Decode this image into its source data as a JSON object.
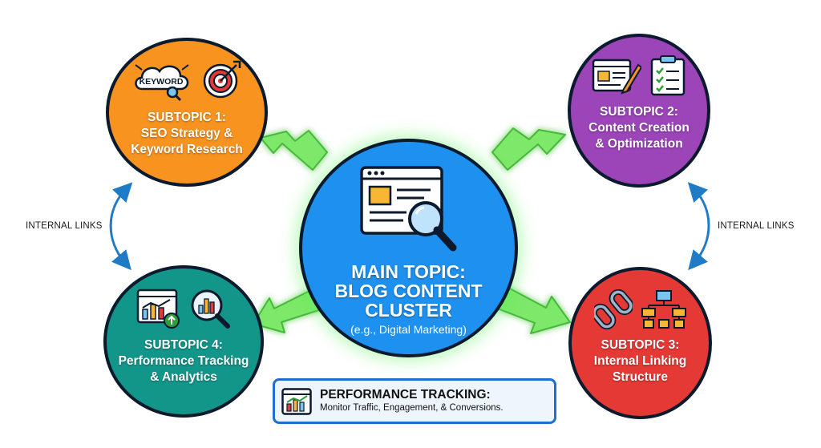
{
  "main_topic": {
    "line1": "MAIN TOPIC:",
    "line2": "BLOG CONTENT",
    "line3": "CLUSTER",
    "example": "(e.g., Digital Marketing)",
    "icon": "webpage-magnifier-icon",
    "color": "#1e90ef"
  },
  "subtopics": [
    {
      "line1": "SUBTOPIC 1:",
      "line2": "SEO Strategy &",
      "line3": "Keyword Research",
      "color": "#f7931e",
      "icons": [
        "keyword-cloud-icon",
        "target-icon"
      ],
      "icon_text": "KEYWORD"
    },
    {
      "line1": "SUBTOPIC 2:",
      "line2": "Content Creation",
      "line3": "& Optimization",
      "color": "#9b45b8",
      "icons": [
        "document-edit-icon",
        "checklist-icon"
      ]
    },
    {
      "line1": "SUBTOPIC 3:",
      "line2": "Internal Linking",
      "line3": "Structure",
      "color": "#e53935",
      "icons": [
        "chain-link-icon",
        "sitemap-icon"
      ]
    },
    {
      "line1": "SUBTOPIC 4:",
      "line2": "Performance Tracking",
      "line3": "& Analytics",
      "color": "#13968a",
      "icons": [
        "growth-chart-icon",
        "analytics-magnifier-icon"
      ]
    }
  ],
  "internal_links_left": "INTERNAL LINKS",
  "internal_links_right": "INTERNAL LINKS",
  "performance_box": {
    "title": "PERFORMANCE TRACKING:",
    "description": "Monitor Traffic, Engagement, & Conversions.",
    "icon": "bar-chart-icon"
  },
  "colors": {
    "arrow_green": "#6fe05a",
    "link_arrow_blue": "#1f7bc6",
    "outline": "#0c1a2e"
  }
}
